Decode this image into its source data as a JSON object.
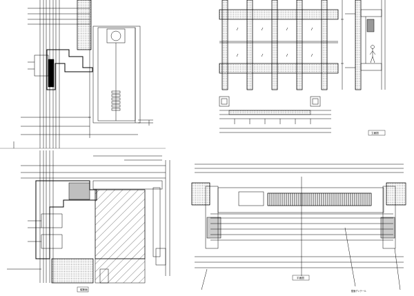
{
  "sheet": {
    "labels": {
      "section_bottom_left": "縦断面",
      "plan_bottom_right": "平面図",
      "elevation_top_right": "立面図",
      "note_bottom_right": "壁面ディテール"
    }
  },
  "colors": {
    "line": "#000000",
    "hatch": "#555555",
    "background": "#ffffff"
  }
}
